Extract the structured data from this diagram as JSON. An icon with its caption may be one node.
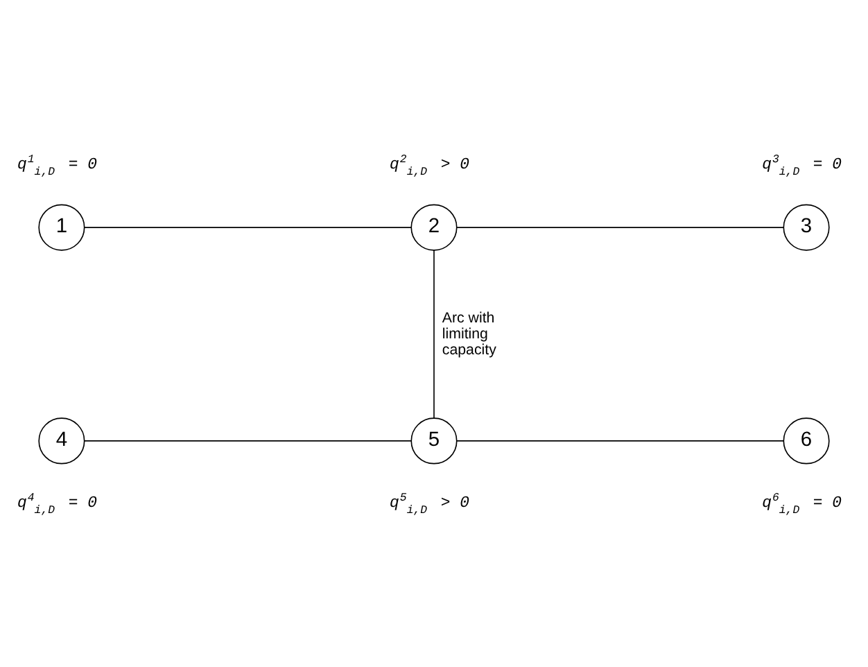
{
  "diagram": {
    "nodes": [
      {
        "text": [
          "1"
        ],
        "beside": [
          "q$^{1}$$_{i,D}$ = 0"
        ]
      },
      {
        "text": [
          "2"
        ],
        "beside": [
          "q$^{2}$$_{i,D}$ > 0"
        ]
      },
      {
        "text": [
          "3"
        ],
        "beside": [
          "q$^{3}$$_{i,D}$ = 0"
        ]
      },
      {
        "text": [
          "4"
        ],
        "beside": [
          "q$^{4}$$_{i,D}$ = 0"
        ]
      },
      {
        "text": [
          "5"
        ],
        "beside": [
          "q$^{5}$$_{i,D}$ > 0"
        ]
      },
      {
        "text": [
          "6"
        ],
        "beside": [
          "q$^{6}$$_{i,D}$ = 0"
        ]
      }
    ],
    "edges": [
      {
        "from": 0,
        "to": 1,
        "arrow": "none"
      },
      {
        "from": 1,
        "to": 2,
        "arrow": "none"
      },
      {
        "from": 1,
        "to": 4,
        "arrow": "none",
        "label": "Arc with limiting capacity"
      },
      {
        "from": 3,
        "to": 4,
        "arrow": "none"
      },
      {
        "from": 4,
        "to": 5,
        "arrow": "none"
      }
    ]
  }
}
